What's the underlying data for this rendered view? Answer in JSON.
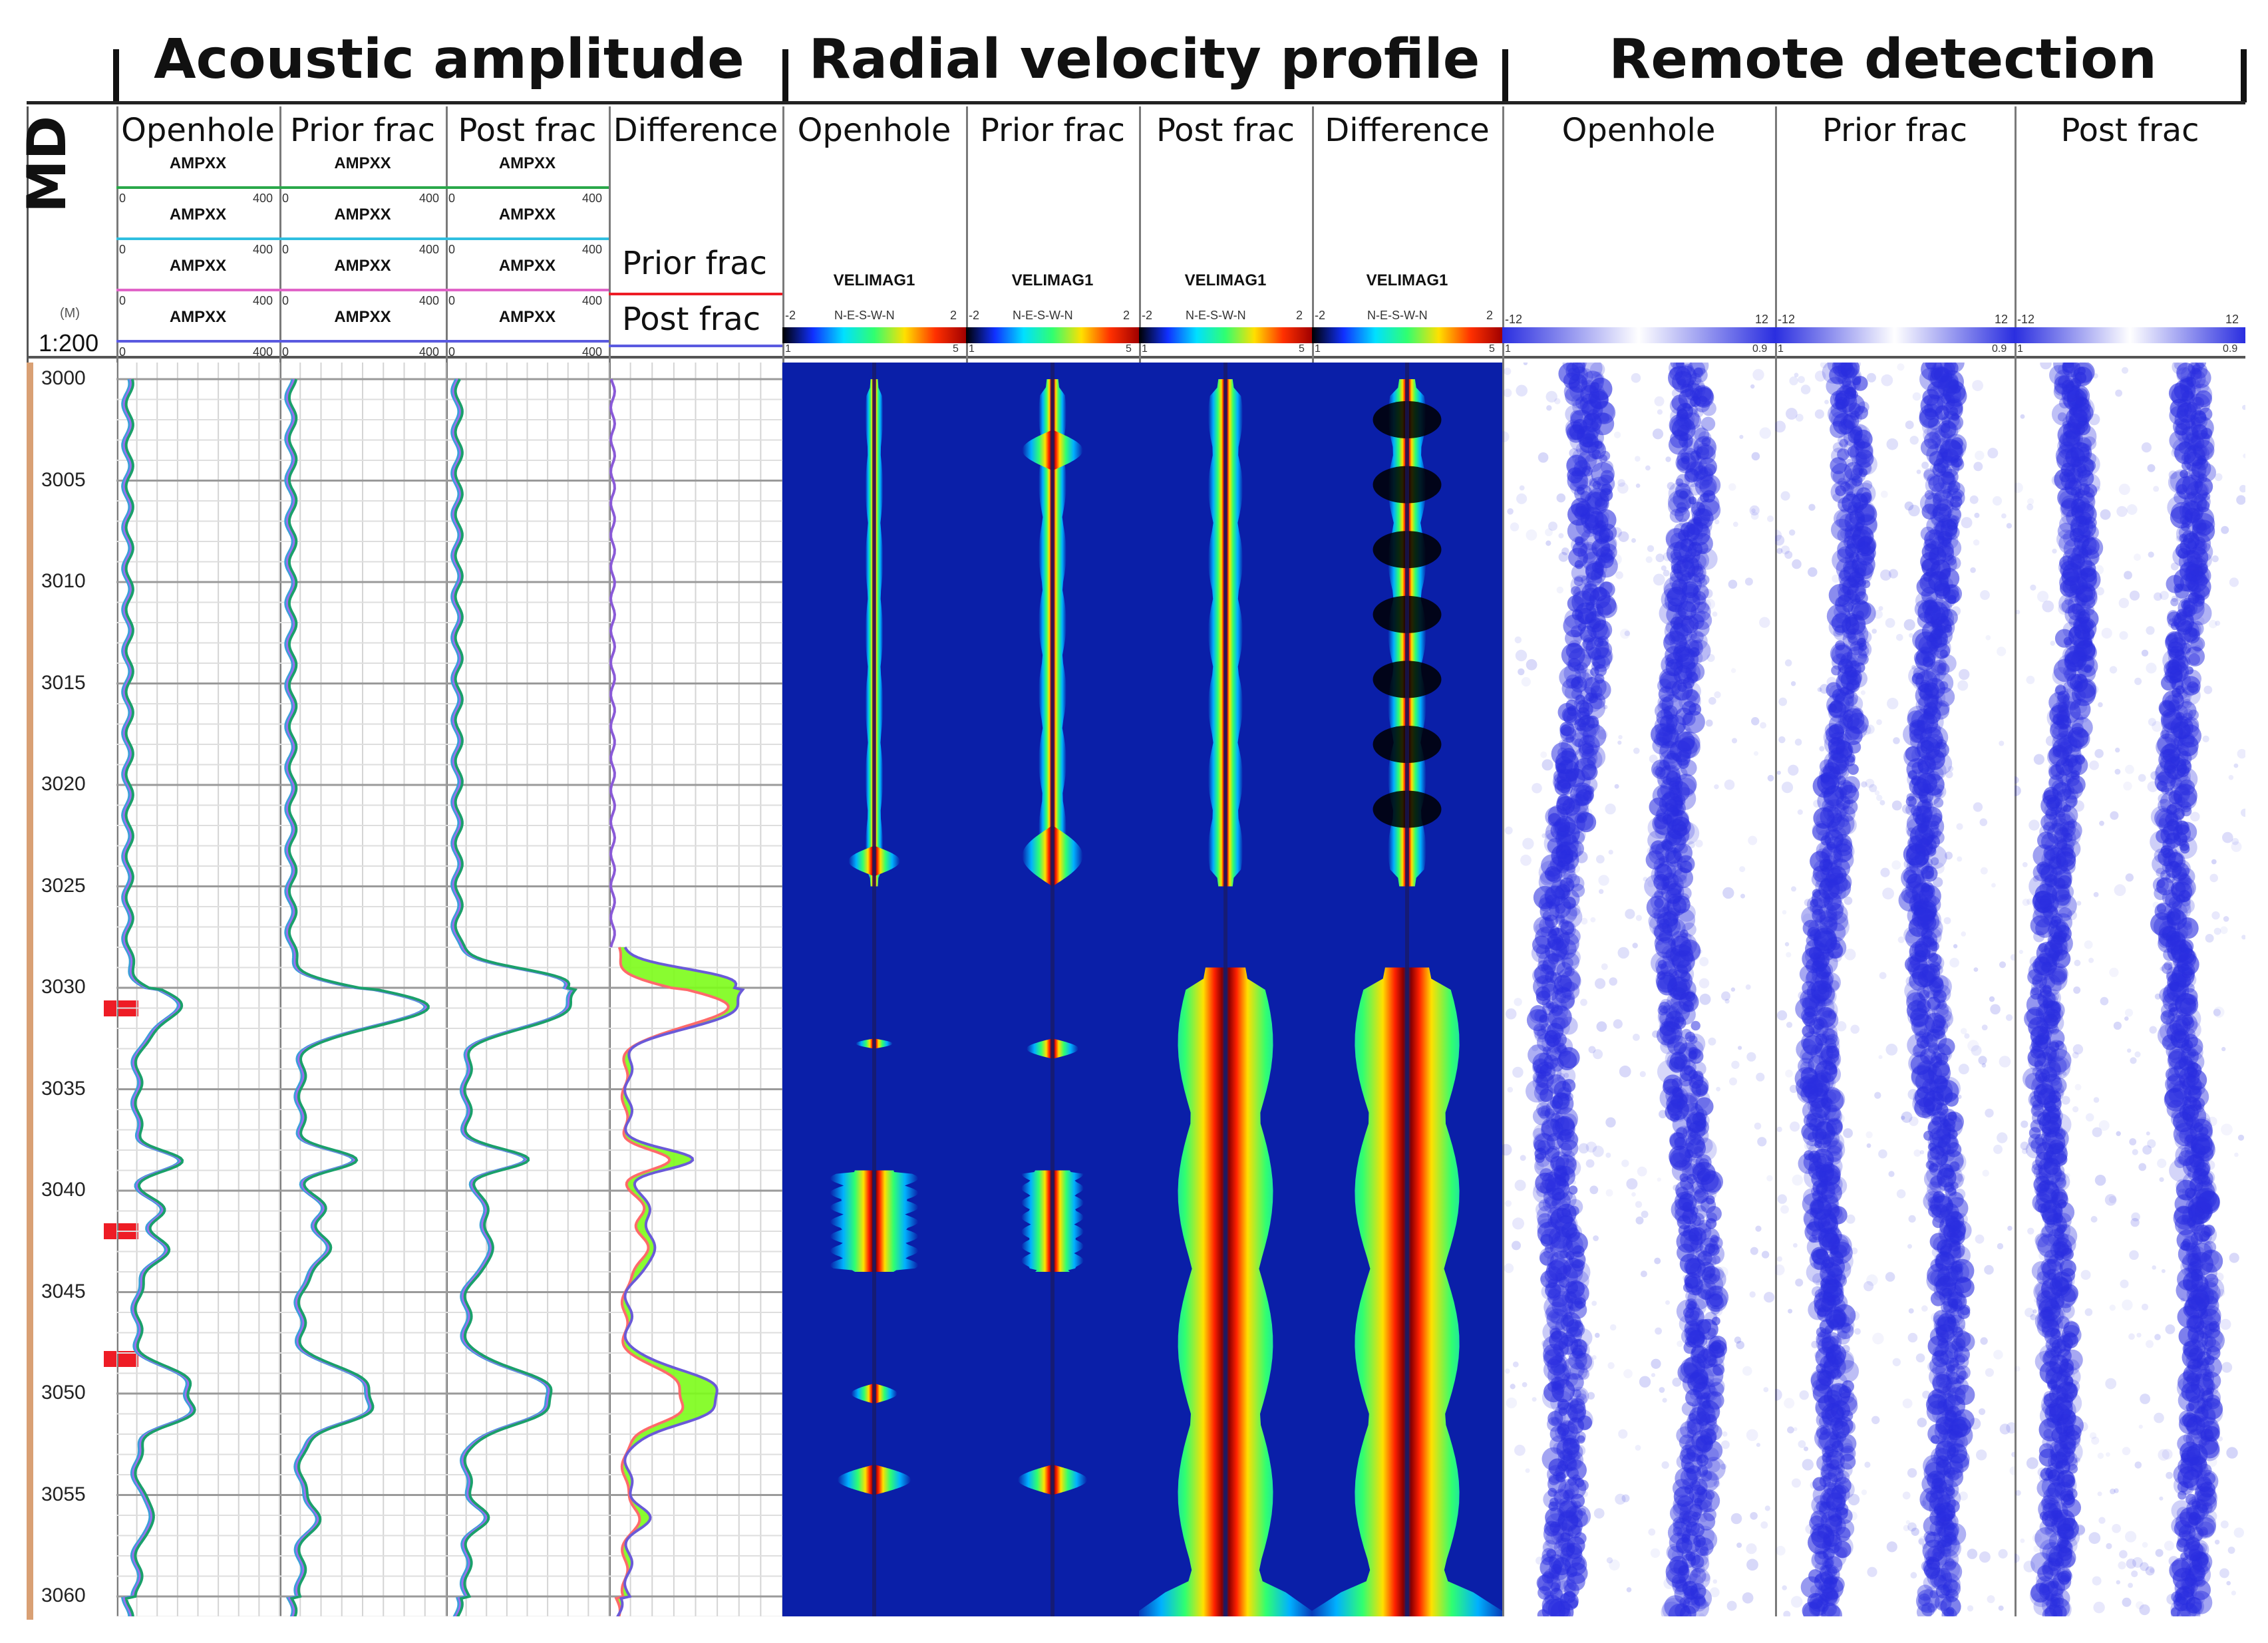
{
  "groups": {
    "acoustic": "Acoustic amplitude",
    "radial": "Radial velocity profile",
    "remote": "Remote detection"
  },
  "depth_column": {
    "title": "MD",
    "unit": "(M)",
    "scale": "1:200",
    "depths": [
      "3000",
      "3005",
      "3010",
      "3015",
      "3020",
      "3025",
      "3030",
      "3035",
      "3040",
      "3045",
      "3050",
      "3055",
      "3060"
    ]
  },
  "acoustic_tracks": [
    {
      "title": "Openhole",
      "curve_label": "AMPXX"
    },
    {
      "title": "Prior frac",
      "curve_label": "AMPXX"
    },
    {
      "title": "Post frac",
      "curve_label": "AMPXX"
    },
    {
      "title": "Difference",
      "curve_label": ""
    }
  ],
  "difference_legend": {
    "prior": "Prior frac",
    "post": "Post frac"
  },
  "acoustic_scale": {
    "min": "0",
    "max": "400"
  },
  "radial_tracks": [
    {
      "title": "Openhole",
      "curve_label": "VELIMAG1"
    },
    {
      "title": "Prior frac",
      "curve_label": "VELIMAG1"
    },
    {
      "title": "Post frac",
      "curve_label": "VELIMAG1"
    },
    {
      "title": "Difference",
      "curve_label": "VELIMAG1"
    }
  ],
  "radial_scale": {
    "min": "-2",
    "max": "2",
    "axis": "N-E-S-W-N",
    "sub_min": "1",
    "sub_max": "5"
  },
  "remote_tracks": [
    {
      "title": "Openhole"
    },
    {
      "title": "Prior frac"
    },
    {
      "title": "Post frac"
    }
  ],
  "remote_scale": {
    "min": "-12",
    "max": "12",
    "sub_min": "1",
    "sub_max": "0.9"
  },
  "frac_marker_depths": [
    3031,
    3042,
    3048.3
  ],
  "colors": {
    "radial_background": "#0a1fa8",
    "remote_blue": "#2a2ee0",
    "marker_red": "#ee1c25",
    "diff_fill": "#7cfc1a"
  }
}
